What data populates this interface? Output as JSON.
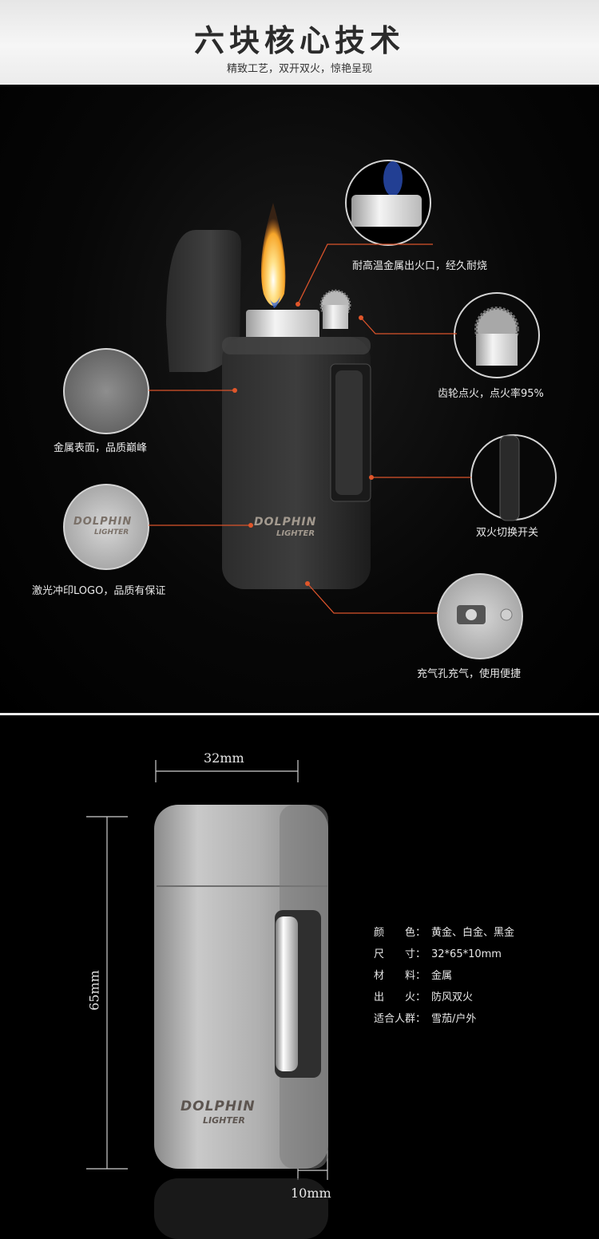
{
  "header": {
    "title": "六块核心技术",
    "subtitle": "精致工艺，双开双火，惊艳呈现"
  },
  "features": {
    "nozzle": "耐高温金属出火口，经久耐烧",
    "gear": "齿轮点火，点火率95%",
    "surface": "金属表面，品质巅峰",
    "switch": "双火切换开关",
    "logo": "激光冲印LOGO，品质有保证",
    "refill": "充气孔充气，使用便捷"
  },
  "logo_text": {
    "brand": "DOLPHIN",
    "sub": "LIGHTER"
  },
  "dimensions": {
    "width": "32mm",
    "height": "65mm",
    "depth": "10mm"
  },
  "specs": [
    {
      "key": "颜　　色：",
      "value": "黄金、白金、黑金"
    },
    {
      "key": "尺　　寸：",
      "value": "32*65*10mm"
    },
    {
      "key": "材　　料：",
      "value": "金属"
    },
    {
      "key": "出　　火：",
      "value": "防风双火"
    },
    {
      "key": "适合人群：",
      "value": "雪茄/户外"
    }
  ],
  "colors": {
    "accent": "#d9532b",
    "background": "#000000",
    "header_bg": "#eeeeee"
  }
}
